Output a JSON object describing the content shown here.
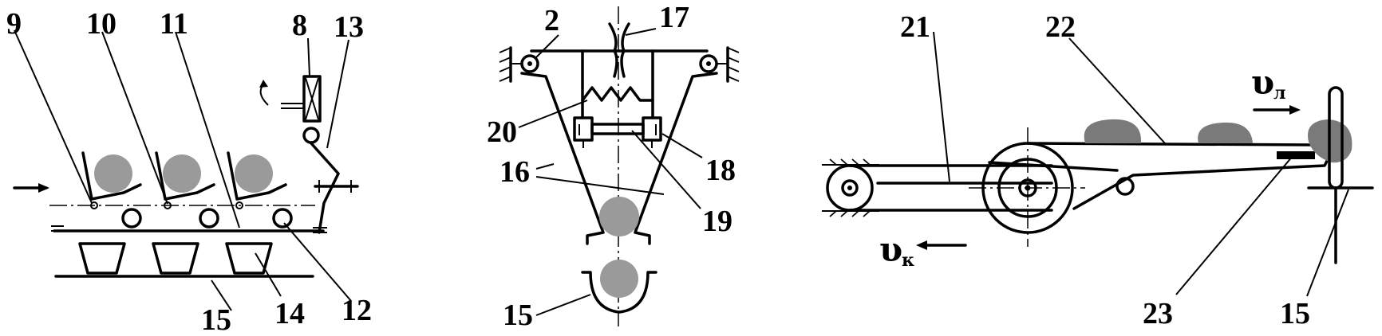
{
  "labels": {
    "n9": "9",
    "n10": "10",
    "n11": "11",
    "n8": "8",
    "n13": "13",
    "n12": "12",
    "n14": "14",
    "n15a": "15",
    "n2": "2",
    "n17": "17",
    "n20": "20",
    "n18": "18",
    "n16": "16",
    "n19": "19",
    "n15b": "15",
    "n21": "21",
    "n22": "22",
    "n23": "23",
    "n15c": "15"
  },
  "velocity": {
    "v_l_symbol": "υ",
    "v_l_sub": "л",
    "v_k_symbol": "υ",
    "v_k_sub": "к"
  },
  "colors": {
    "line": "#000000",
    "ball": "#9a9a9a",
    "product": "#7a7a7a"
  }
}
